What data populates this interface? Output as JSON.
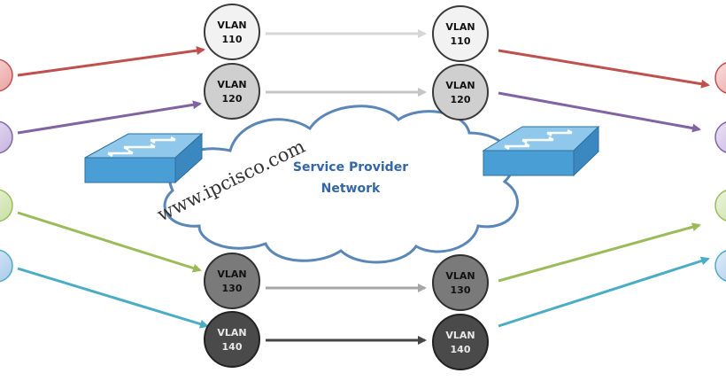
{
  "network": {
    "label_line1": "Service Provider",
    "label_line2": "Network"
  },
  "watermark": "www.ipcisco.com",
  "vlans": [
    {
      "word": "VLAN",
      "id": "110",
      "fill": "#f2f2f2",
      "text_color": "#111111"
    },
    {
      "word": "VLAN",
      "id": "120",
      "fill": "#cfcfcf",
      "text_color": "#111111"
    },
    {
      "word": "VLAN",
      "id": "130",
      "fill": "#7a7a7a",
      "text_color": "#111111"
    },
    {
      "word": "VLAN",
      "id": "140",
      "fill": "#4a4a4a",
      "text_color": "#e8e8e8"
    }
  ],
  "colors": {
    "red": "#c0504d",
    "purple": "#8064a2",
    "green": "#9bbb59",
    "cyan": "#4bacc6",
    "cloud_stroke": "#5b86b8",
    "text_blue": "#3366a8",
    "switch_top": "#8fc8ea",
    "switch_front": "#4a9ed6"
  }
}
